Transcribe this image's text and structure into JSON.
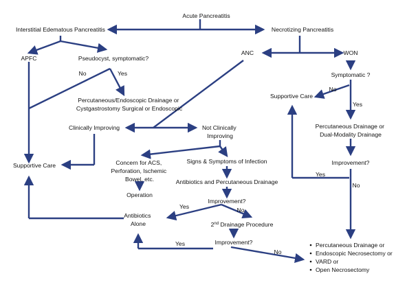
{
  "diagram": {
    "nodes": {
      "acute_pancreatitis": "Acute Pancreatitis",
      "interstitial": "Interstitial Edematous Pancreatitis",
      "necrotizing": "Necrotizing Pancreatitis",
      "apfc": "APFC",
      "pseudocyst": "Pseudocyst, symptomatic?",
      "drainage_line1": "Percutaneous/Endoscopic Drainage or",
      "drainage_line2": "Cystgastrostomy Surgical or Endoscopic",
      "anc": "ANC",
      "won": "WON",
      "symptomatic": "Symptomatic ?",
      "supportive_care_right": "Supportive Care",
      "perc_dual_line1": "Percutaneous Drainage or",
      "perc_dual_line2": "Dual-Modality Drainage",
      "improvement_right": "Improvement?",
      "clinically_improving": "Clinically Improving",
      "not_improving_line1": "Not Clinically",
      "not_improving_line2": "Improving",
      "supportive_care_left": "Supportive Care",
      "concern_line1": "Concern for ACS,",
      "concern_line2": "Perforation, Ischemic",
      "concern_line3": "Bowel, etc.",
      "operation": "Operation",
      "signs_symptoms": "Signs & Symptoms of Infection",
      "antibiotics_drainage": "Antibiotics and Percutaneous Drainage",
      "improvement_middle": "Improvement?",
      "antibiotics_alone_line1": "Antibiotics",
      "antibiotics_alone_line2": "Alone",
      "second_drainage_num": "2",
      "second_drainage_sup": "nd",
      "second_drainage_rest": " Drainage Procedure",
      "improvement_bottom": "Improvement?",
      "final_options": [
        "Percutaneous Drainage or",
        "Endoscopic Necrosectomy or",
        "VARD or",
        "Open Necrosectomy"
      ]
    },
    "edge_labels": {
      "pseudo_no": "No",
      "pseudo_yes": "Yes",
      "symptomatic_no": "No",
      "symptomatic_yes": "Yes",
      "improvement_right_yes": "Yes",
      "improvement_right_no": "No",
      "improvement_middle_yes": "Yes",
      "improvement_middle_no": "No",
      "improvement_bottom_yes": "Yes",
      "improvement_bottom_no": "No"
    },
    "colors": {
      "arrow": "#2b3f82",
      "text": "#111111",
      "background": "#ffffff"
    }
  }
}
